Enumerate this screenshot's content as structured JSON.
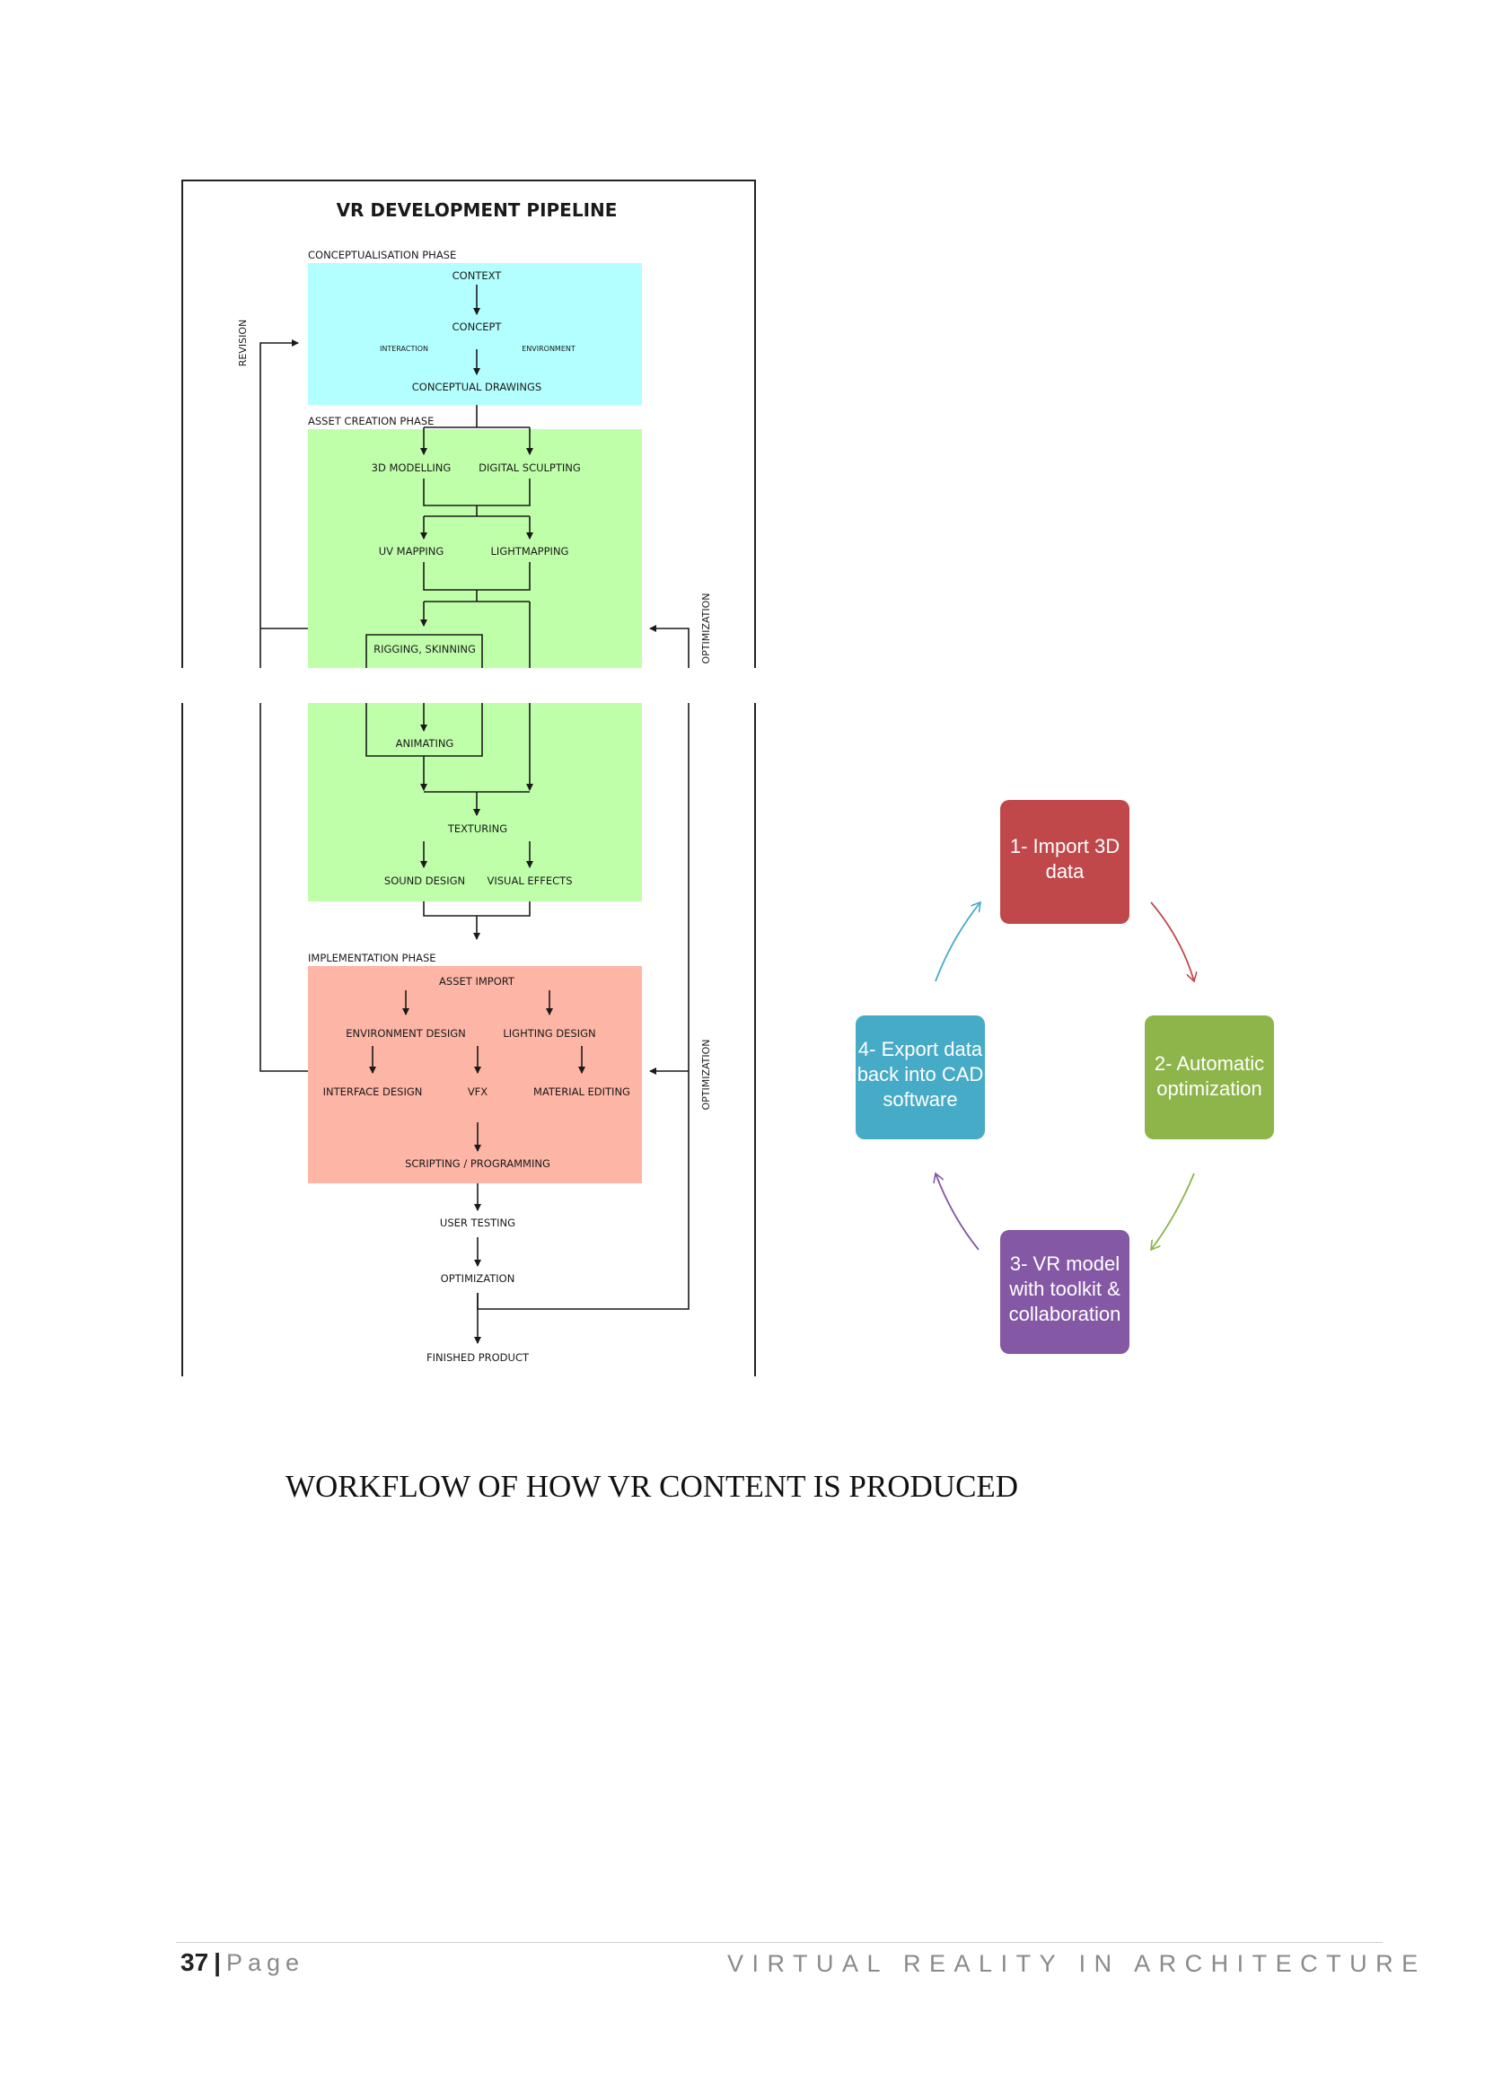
{
  "pipeline": {
    "title": "VR DEVELOPMENT PIPELINE",
    "phase_conceptualisation": "CONCEPTUALISATION PHASE",
    "phase_asset_creation": "ASSET CREATION PHASE",
    "phase_implementation": "IMPLEMENTATION PHASE",
    "context": "CONTEXT",
    "concept": "CONCEPT",
    "interaction": "INTERACTION",
    "environment": "ENVIRONMENT",
    "conceptual_drawings": "CONCEPTUAL DRAWINGS",
    "modelling_3d": "3D MODELLING",
    "digital_sculpting": "DIGITAL SCULPTING",
    "uv_mapping": "UV MAPPING",
    "lightmapping": "LIGHTMAPPING",
    "rigging_skinning": "RIGGING, SKINNING",
    "animating": "ANIMATING",
    "texturing": "TEXTURING",
    "sound_design": "SOUND DESIGN",
    "visual_effects": "VISUAL EFFECTS",
    "asset_import": "ASSET IMPORT",
    "environment_design": "ENVIRONMENT DESIGN",
    "lighting_design": "LIGHTING DESIGN",
    "interface_design": "INTERFACE DESIGN",
    "vfx": "VFX",
    "material_editing": "MATERIAL EDITING",
    "scripting_programming": "SCRIPTING / PROGRAMMING",
    "user_testing": "USER TESTING",
    "optimization": "OPTIMIZATION",
    "finished_product": "FINISHED PRODUCT",
    "revision_label": "REVISION",
    "optimization_side_1": "OPTIMIZATION",
    "optimization_side_2": "OPTIMIZATION",
    "colors": {
      "conceptualisation": "#b3ffff",
      "asset_creation": "#bfffaa",
      "implementation": "#fdb5a5"
    }
  },
  "cycle": {
    "step1": {
      "line1": "1- Import 3D",
      "line2": "data",
      "color": "#c0484b"
    },
    "step2": {
      "line1": "2- Automatic",
      "line2": "optimization",
      "color": "#8db54a"
    },
    "step3": {
      "line1": "3- VR model",
      "line2": "with toolkit &",
      "line3": "collaboration",
      "color": "#8458a5"
    },
    "step4": {
      "line1": "4- Export data",
      "line2": "back into CAD",
      "line3": "software",
      "color": "#46abc6"
    }
  },
  "caption": "WORKFLOW OF HOW VR CONTENT IS PRODUCED",
  "footer": {
    "page_number": "37",
    "separator": "|",
    "page_label": "Page",
    "document_title": "VIRTUAL REALITY IN ARCHITECTURE"
  }
}
